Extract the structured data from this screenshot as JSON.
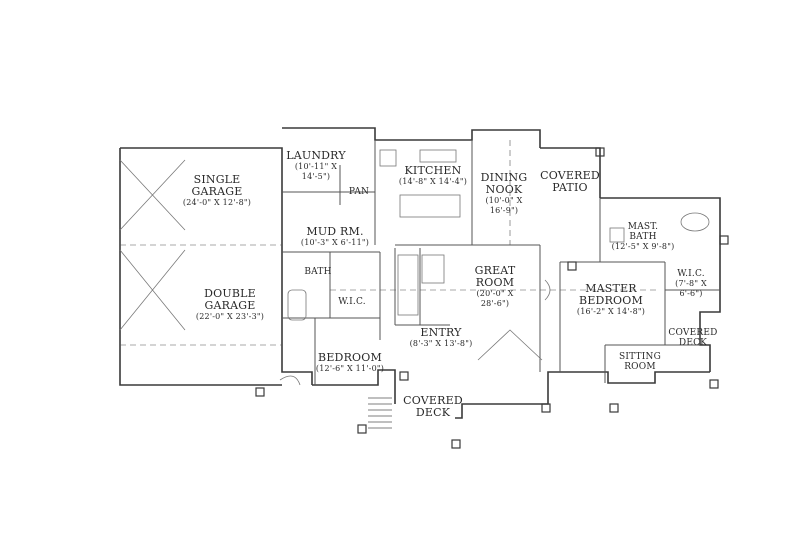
{
  "rooms": {
    "single_garage": {
      "name_1": "SINGLE",
      "name_2": "GARAGE",
      "dims": "(24'-0\" X 12'-8\")"
    },
    "double_garage": {
      "name_1": "DOUBLE",
      "name_2": "GARAGE",
      "dims": "(22'-0\" X 23'-3\")"
    },
    "laundry": {
      "name": "LAUNDRY",
      "dims_1": "(10'-11\" X",
      "dims_2": "14'-5\")"
    },
    "kitchen": {
      "name": "KITCHEN",
      "dims": "(14'-8\" X 14'-4\")"
    },
    "pan": {
      "name": "PAN"
    },
    "dining_nook": {
      "name_1": "DINING",
      "name_2": "NOOK",
      "dims_1": "(10'-0\" X",
      "dims_2": "16'-9\")"
    },
    "covered_patio": {
      "name_1": "COVERED",
      "name_2": "PATIO"
    },
    "mud_room": {
      "name": "MUD RM.",
      "dims": "(10'-3\" X 6'-11\")"
    },
    "bath": {
      "name": "BATH"
    },
    "wic_small": {
      "name": "W.I.C."
    },
    "great_room": {
      "name_1": "GREAT",
      "name_2": "ROOM",
      "dims_1": "(20'-0\" X",
      "dims_2": "28'-6\")"
    },
    "entry": {
      "name": "ENTRY",
      "dims": "(8'-3\" X 13'-8\")"
    },
    "bedroom": {
      "name": "BEDROOM",
      "dims": "(12'-6\" X 11'-0\")"
    },
    "covered_deck_front": {
      "name_1": "COVERED",
      "name_2": "DECK"
    },
    "master_bath": {
      "name_1": "MAST.",
      "name_2": "BATH",
      "dims": "(12'-5\" X 9'-8\")"
    },
    "master_wic": {
      "name": "W.I.C.",
      "dims_1": "(7'-8\" X",
      "dims_2": "6'-6\")"
    },
    "master_bedroom": {
      "name_1": "MASTER",
      "name_2": "BEDROOM",
      "dims": "(16'-2\" X 14'-8\")"
    },
    "covered_deck_side": {
      "name_1": "COVERED",
      "name_2": "DECK"
    },
    "sitting_room": {
      "name_1": "SITTING",
      "name_2": "ROOM"
    }
  },
  "colors": {
    "wall": "#3a3a3a",
    "line": "#555555",
    "text": "#2a2a2a"
  }
}
